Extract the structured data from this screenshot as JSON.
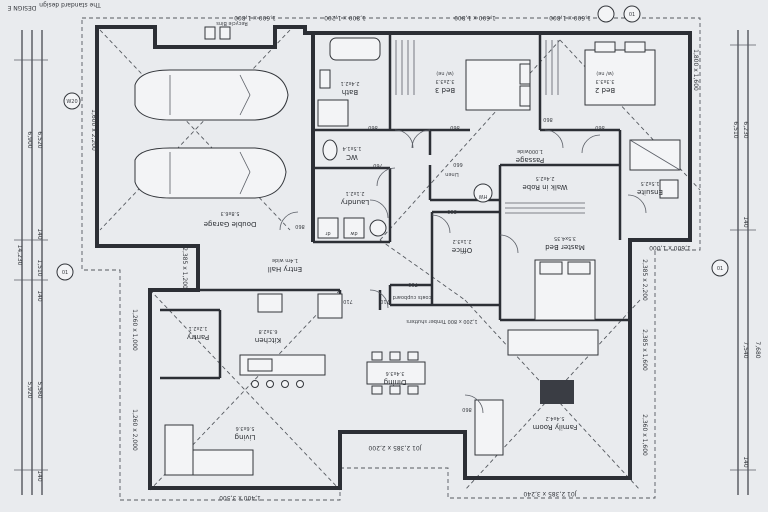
{
  "header": {
    "top_left": "DESIGN E",
    "top_note": "The standard design"
  },
  "rooms": {
    "garage": {
      "name": "Double Garage",
      "size": "5.8x6.3"
    },
    "bath": {
      "name": "Bath",
      "size": "2.4x2.1"
    },
    "bed3": {
      "name": "Bed 3",
      "size": "3.2x3.3"
    },
    "bed3_robe": "(w/ ne)",
    "bed2": {
      "name": "Bed 2",
      "size": "3.3x3.3"
    },
    "bed2_robe": "(w/ ne)",
    "wc": {
      "name": "WC",
      "size": "1.5x1.4"
    },
    "laundry": {
      "name": "Laundry",
      "size": "2.1x2.1"
    },
    "passage": {
      "name": "Passage",
      "size": "1.000wide"
    },
    "linen": "Linen",
    "hw": "HW",
    "walkin": {
      "name": "Walk in Robe",
      "size": "2.4x2.5"
    },
    "ensuite": {
      "name": "Ensuite",
      "size": "1.5x2.5"
    },
    "entry": {
      "name": "Entry Hall",
      "size": "1.4m wide"
    },
    "office": {
      "name": "Office",
      "size": "2.1x3.2"
    },
    "master": {
      "name": "Master Bed",
      "size": "3.5x4.35"
    },
    "coats": "coats cupboard",
    "shutters": "1,200 x 800 Timber shutters",
    "pantry": {
      "name": "Pantry",
      "size": "1.2x2.1"
    },
    "kitchen": {
      "name": "Kitchen",
      "size": "6.3x2.8"
    },
    "dining": {
      "name": "Dining",
      "size": "3.4x3.6"
    },
    "living": {
      "name": "Living",
      "size": "5.6x3.6"
    },
    "family": {
      "name": "Family Room",
      "size": "5.4x4.2"
    }
  },
  "dims": {
    "top_j04": "1,600 x 1,800",
    "top_j02": "1,800 x 1,200",
    "top_j03": "1,600 x 1,800",
    "top_j02b": "1,600 x 1,800",
    "top_right": "1,800 x 1,600",
    "bottom_j01": "J01 2,385 x 2,200",
    "bottom_left": "1,400 x 3,500",
    "bottom_right": "J01 2,385 x 3,240",
    "left_a": "2,385 x 1,200",
    "left_b": "1,260 x 1,000",
    "left_c": "1,260 x 2,000",
    "right_a": "2,385 x 2,200",
    "right_b": "2,385 x 1,600",
    "right_c": "2,360 x 1,600",
    "mid_a": "1,600 x 2,200",
    "door_860": "860",
    "door_760": "760",
    "door_710": "710",
    "door_660": "660",
    "door_700": "700",
    "win_1600": "1,600 x 1,000"
  },
  "left_chain": {
    "overall": "14,230",
    "a": "6,900",
    "b": "6,520",
    "c": "140",
    "d": "1,510",
    "e": "140",
    "f": "5,560",
    "g": "5,920",
    "h": "140"
  },
  "right_chain": {
    "a": "6,510",
    "b": "6,230",
    "c": "140",
    "d": "7,540",
    "e": "7,680",
    "f": "140"
  },
  "bubbles": {
    "left_top": "W20",
    "left_mid": "01",
    "right_mid": "01",
    "top_right": "01"
  },
  "labels": {
    "recycle": "Recycle Bins",
    "dw": "dw",
    "dr": "dr"
  }
}
